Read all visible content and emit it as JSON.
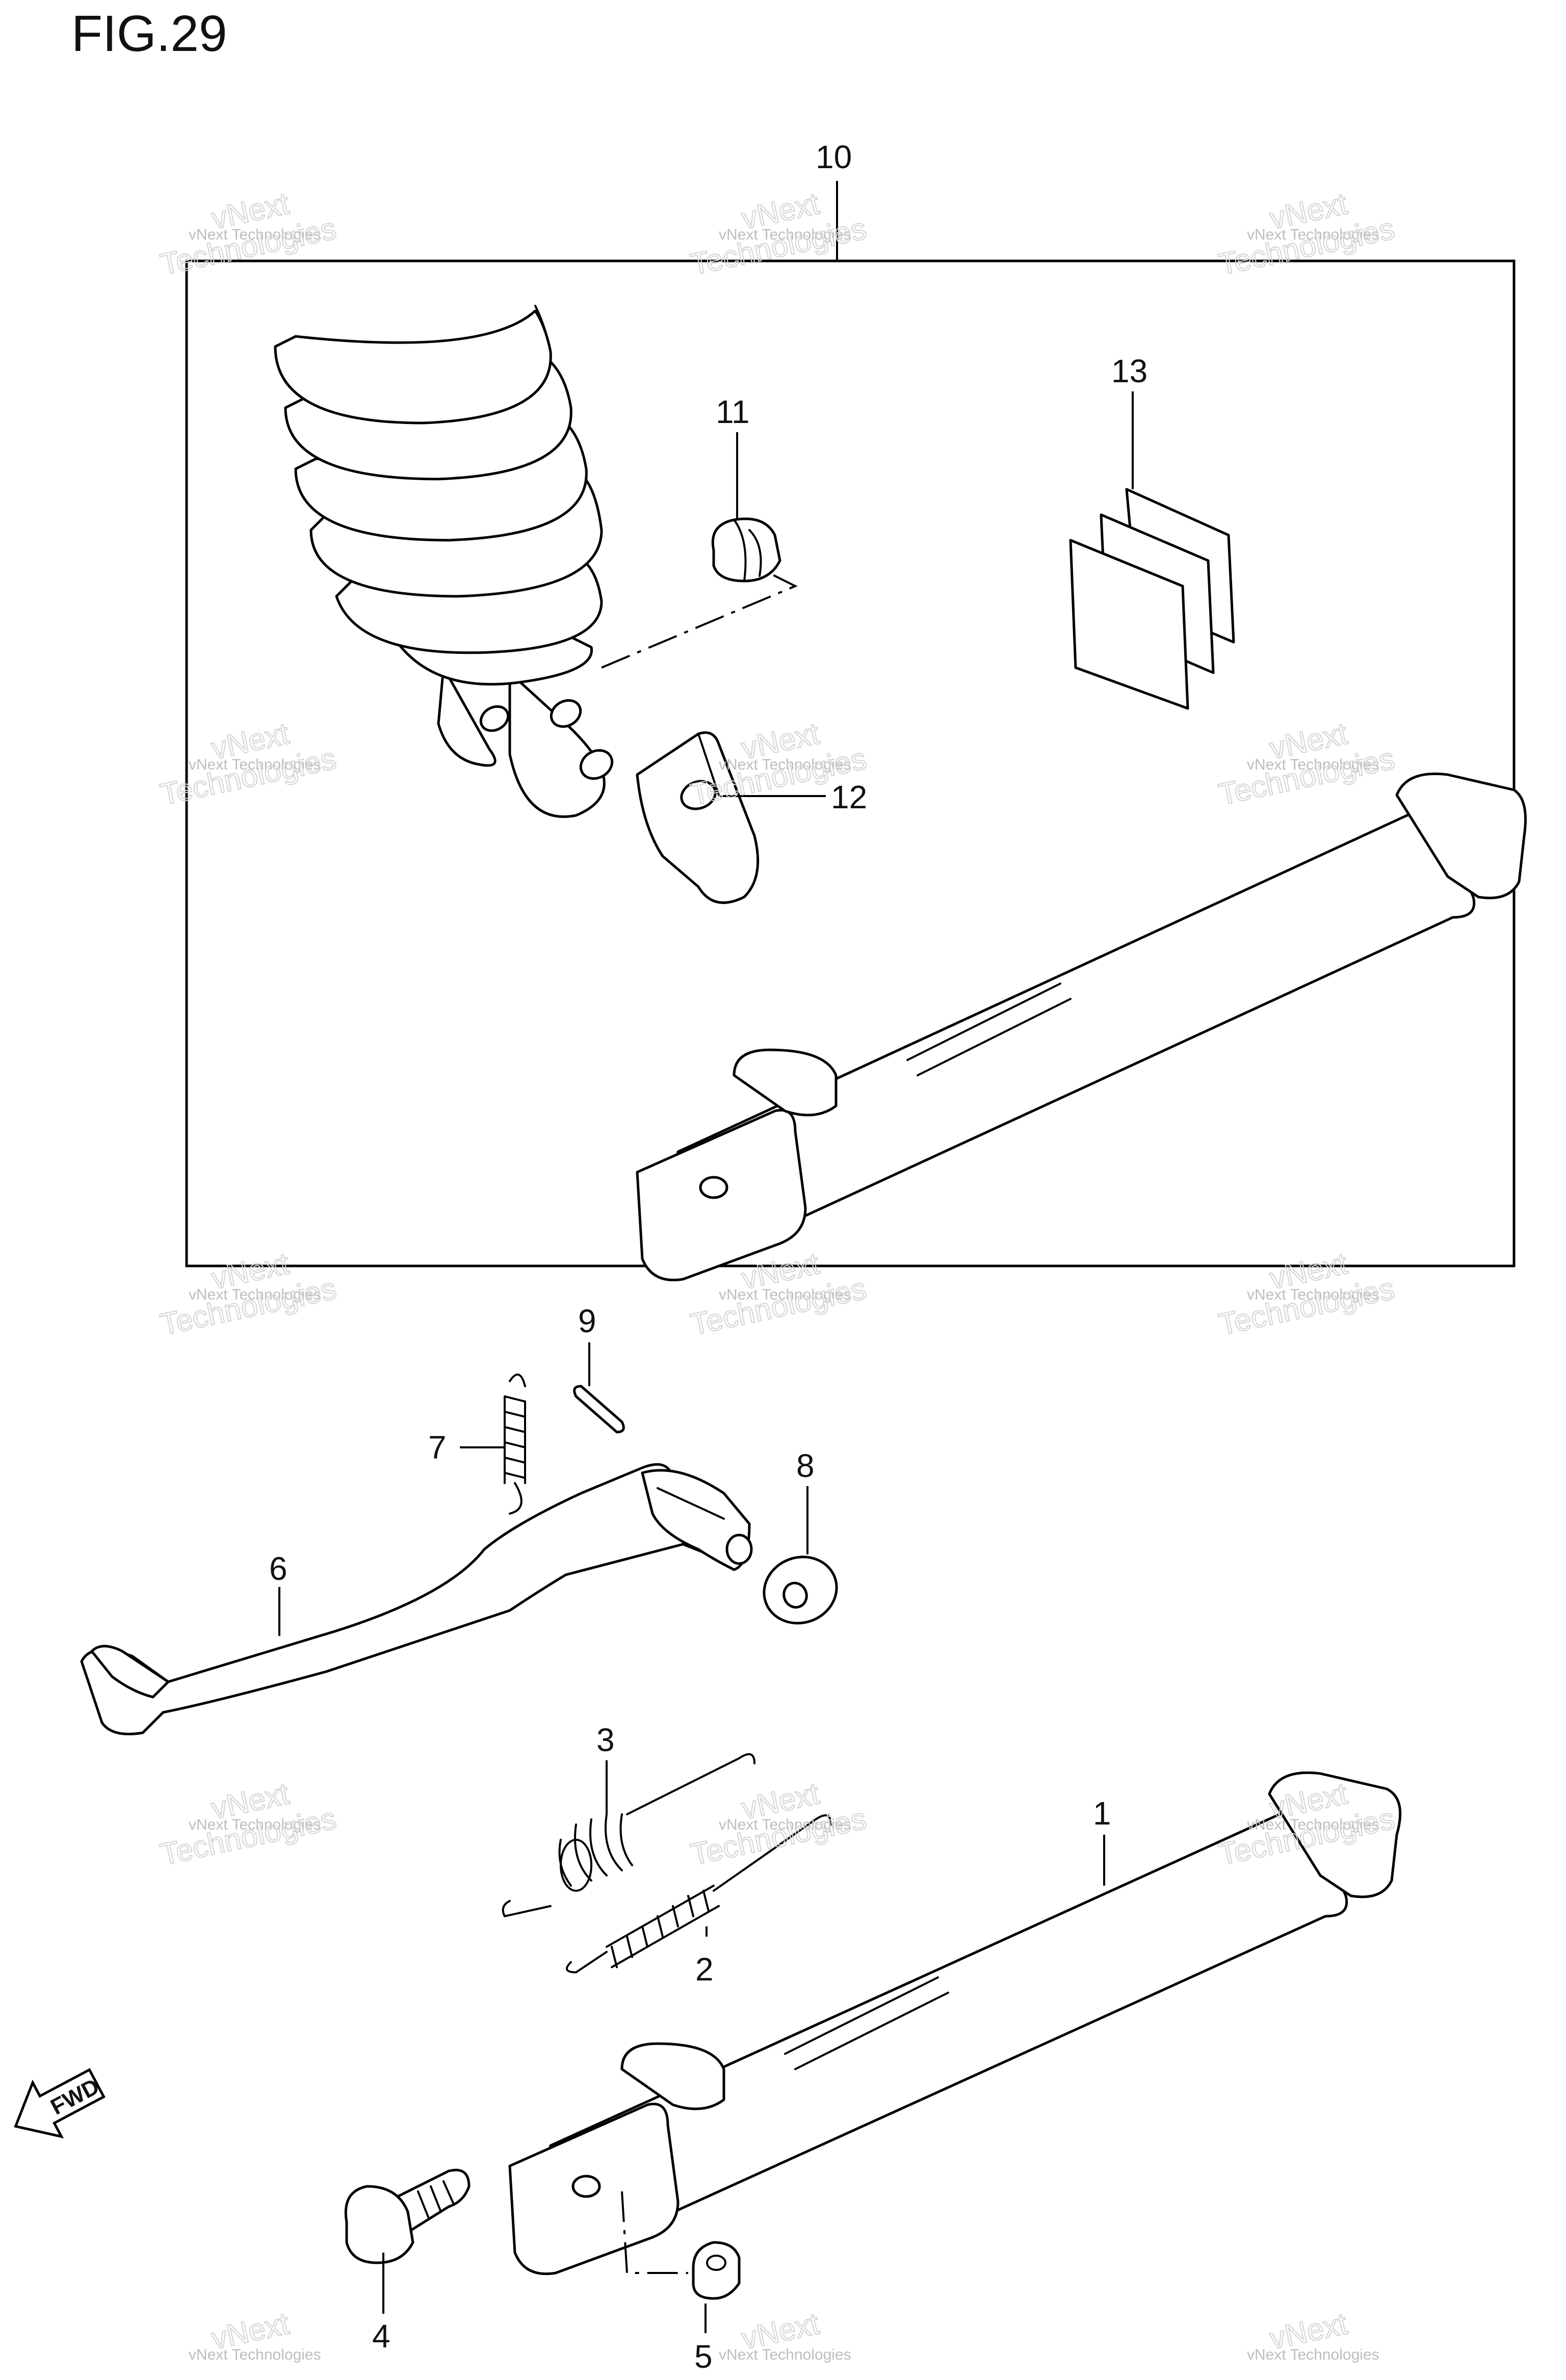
{
  "figure": {
    "title": "FIG.29"
  },
  "callouts": [
    {
      "id": "1",
      "text": "1"
    },
    {
      "id": "2",
      "text": "2"
    },
    {
      "id": "3",
      "text": "3"
    },
    {
      "id": "4",
      "text": "4"
    },
    {
      "id": "5",
      "text": "5"
    },
    {
      "id": "6",
      "text": "6"
    },
    {
      "id": "7",
      "text": "7"
    },
    {
      "id": "8",
      "text": "8"
    },
    {
      "id": "9",
      "text": "9"
    },
    {
      "id": "10",
      "text": "10"
    },
    {
      "id": "11",
      "text": "11"
    },
    {
      "id": "12",
      "text": "12"
    },
    {
      "id": "13",
      "text": "13"
    }
  ],
  "direction_arrow": {
    "text": "FWD"
  },
  "watermark": {
    "small": "vNext Technologies",
    "large_1": "vNext",
    "large_2": "Technologies"
  }
}
